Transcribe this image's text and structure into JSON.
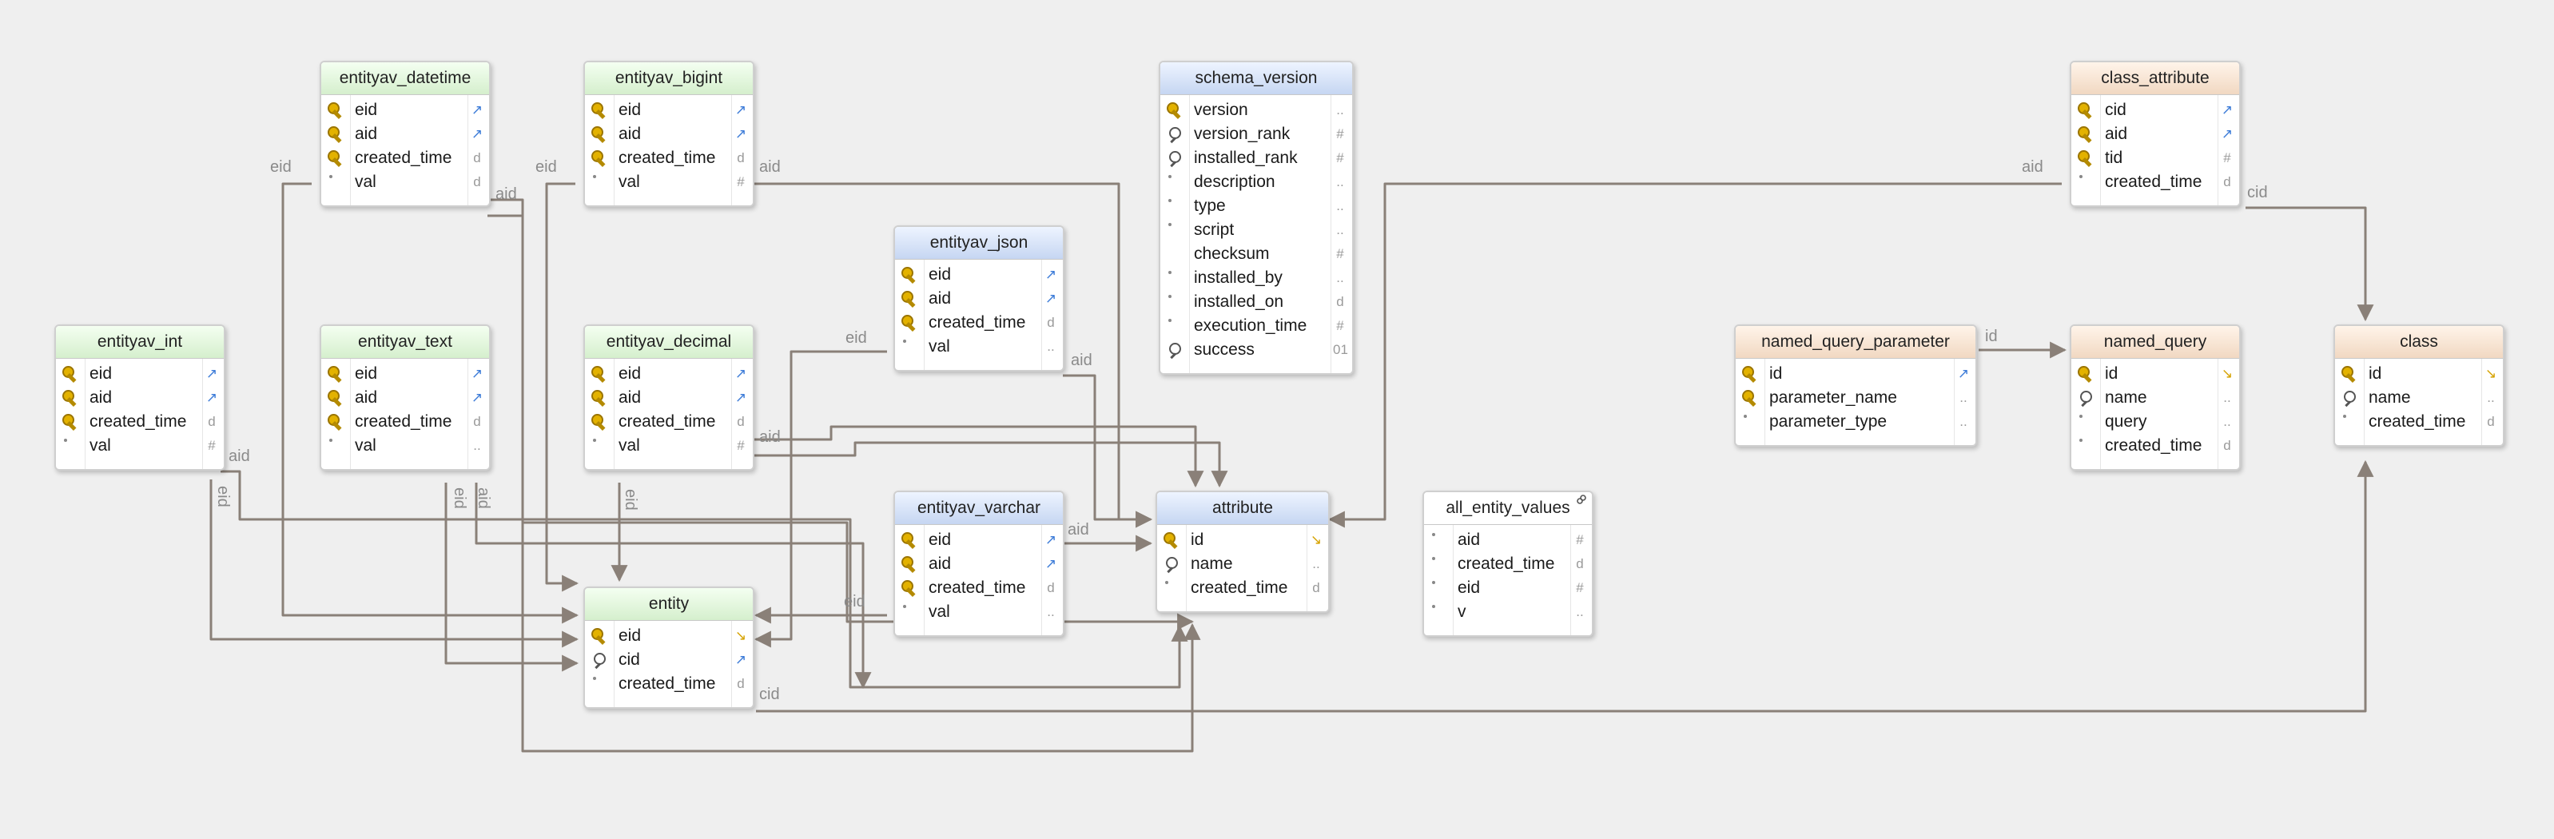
{
  "tables": {
    "entityav_datetime": {
      "title": "entityav_datetime",
      "theme": "green",
      "fields": [
        {
          "name": "eid",
          "icon": "key",
          "type": "fk"
        },
        {
          "name": "aid",
          "icon": "key",
          "type": "fk"
        },
        {
          "name": "created_time",
          "icon": "key",
          "type": "d"
        },
        {
          "name": "val",
          "icon": "dot",
          "type": "d"
        }
      ]
    },
    "entityav_bigint": {
      "title": "entityav_bigint",
      "theme": "green",
      "fields": [
        {
          "name": "eid",
          "icon": "key",
          "type": "fk"
        },
        {
          "name": "aid",
          "icon": "key",
          "type": "fk"
        },
        {
          "name": "created_time",
          "icon": "key",
          "type": "d"
        },
        {
          "name": "val",
          "icon": "dot",
          "type": "#"
        }
      ]
    },
    "schema_version": {
      "title": "schema_version",
      "theme": "blue",
      "fields": [
        {
          "name": "version",
          "icon": "key",
          "type": ".."
        },
        {
          "name": "version_rank",
          "icon": "mag",
          "type": "#"
        },
        {
          "name": "installed_rank",
          "icon": "mag",
          "type": "#"
        },
        {
          "name": "description",
          "icon": "dot",
          "type": ".."
        },
        {
          "name": "type",
          "icon": "dot",
          "type": ".."
        },
        {
          "name": "script",
          "icon": "dot",
          "type": ".."
        },
        {
          "name": "checksum",
          "icon": "none",
          "type": "#"
        },
        {
          "name": "installed_by",
          "icon": "dot",
          "type": ".."
        },
        {
          "name": "installed_on",
          "icon": "dot",
          "type": "d"
        },
        {
          "name": "execution_time",
          "icon": "dot",
          "type": "#"
        },
        {
          "name": "success",
          "icon": "mag",
          "type": "01"
        }
      ]
    },
    "class_attribute": {
      "title": "class_attribute",
      "theme": "orange",
      "fields": [
        {
          "name": "cid",
          "icon": "key",
          "type": "fk"
        },
        {
          "name": "aid",
          "icon": "key",
          "type": "fk"
        },
        {
          "name": "tid",
          "icon": "key",
          "type": "#"
        },
        {
          "name": "created_time",
          "icon": "dot",
          "type": "d"
        }
      ]
    },
    "entityav_json": {
      "title": "entityav_json",
      "theme": "blue",
      "fields": [
        {
          "name": "eid",
          "icon": "key",
          "type": "fk"
        },
        {
          "name": "aid",
          "icon": "key",
          "type": "fk"
        },
        {
          "name": "created_time",
          "icon": "key",
          "type": "d"
        },
        {
          "name": "val",
          "icon": "dot",
          "type": ".."
        }
      ]
    },
    "entityav_int": {
      "title": "entityav_int",
      "theme": "green",
      "fields": [
        {
          "name": "eid",
          "icon": "key",
          "type": "fk"
        },
        {
          "name": "aid",
          "icon": "key",
          "type": "fk"
        },
        {
          "name": "created_time",
          "icon": "key",
          "type": "d"
        },
        {
          "name": "val",
          "icon": "dot",
          "type": "#"
        }
      ]
    },
    "entityav_text": {
      "title": "entityav_text",
      "theme": "green",
      "fields": [
        {
          "name": "eid",
          "icon": "key",
          "type": "fk"
        },
        {
          "name": "aid",
          "icon": "key",
          "type": "fk"
        },
        {
          "name": "created_time",
          "icon": "key",
          "type": "d"
        },
        {
          "name": "val",
          "icon": "dot",
          "type": ".."
        }
      ]
    },
    "entityav_decimal": {
      "title": "entityav_decimal",
      "theme": "green",
      "fields": [
        {
          "name": "eid",
          "icon": "key",
          "type": "fk"
        },
        {
          "name": "aid",
          "icon": "key",
          "type": "fk"
        },
        {
          "name": "created_time",
          "icon": "key",
          "type": "d"
        },
        {
          "name": "val",
          "icon": "dot",
          "type": "#"
        }
      ]
    },
    "named_query_parameter": {
      "title": "named_query_parameter",
      "theme": "orange",
      "fields": [
        {
          "name": "id",
          "icon": "key",
          "type": "fk"
        },
        {
          "name": "parameter_name",
          "icon": "key",
          "type": ".."
        },
        {
          "name": "parameter_type",
          "icon": "dot",
          "type": ".."
        }
      ]
    },
    "named_query": {
      "title": "named_query",
      "theme": "orange",
      "fields": [
        {
          "name": "id",
          "icon": "key",
          "type": "pk"
        },
        {
          "name": "name",
          "icon": "mag",
          "type": ".."
        },
        {
          "name": "query",
          "icon": "dot",
          "type": ".."
        },
        {
          "name": "created_time",
          "icon": "dot",
          "type": "d"
        }
      ]
    },
    "class": {
      "title": "class",
      "theme": "orange",
      "fields": [
        {
          "name": "id",
          "icon": "key",
          "type": "pk"
        },
        {
          "name": "name",
          "icon": "mag",
          "type": ".."
        },
        {
          "name": "created_time",
          "icon": "dot",
          "type": "d"
        }
      ]
    },
    "entityav_varchar": {
      "title": "entityav_varchar",
      "theme": "blue",
      "fields": [
        {
          "name": "eid",
          "icon": "key",
          "type": "fk"
        },
        {
          "name": "aid",
          "icon": "key",
          "type": "fk"
        },
        {
          "name": "created_time",
          "icon": "key",
          "type": "d"
        },
        {
          "name": "val",
          "icon": "dot",
          "type": ".."
        }
      ]
    },
    "attribute": {
      "title": "attribute",
      "theme": "blue",
      "fields": [
        {
          "name": "id",
          "icon": "key",
          "type": "pk"
        },
        {
          "name": "name",
          "icon": "mag",
          "type": ".."
        },
        {
          "name": "created_time",
          "icon": "dot",
          "type": "d"
        }
      ]
    },
    "all_entity_values": {
      "title": "all_entity_values",
      "theme": "white",
      "fields": [
        {
          "name": "aid",
          "icon": "dot",
          "type": "#"
        },
        {
          "name": "created_time",
          "icon": "dot",
          "type": "d"
        },
        {
          "name": "eid",
          "icon": "dot",
          "type": "#"
        },
        {
          "name": "v",
          "icon": "dot",
          "type": ".."
        }
      ]
    },
    "entity": {
      "title": "entity",
      "theme": "green",
      "fields": [
        {
          "name": "eid",
          "icon": "key",
          "type": "pk"
        },
        {
          "name": "cid",
          "icon": "mag",
          "type": "fk"
        },
        {
          "name": "created_time",
          "icon": "dot",
          "type": "d"
        }
      ]
    }
  },
  "edge_labels": {
    "dt_eid": "eid",
    "dt_aid": "aid",
    "bi_eid": "eid",
    "bi_aid": "aid",
    "json_eid": "eid",
    "json_aid": "aid",
    "int_aid": "aid",
    "int_eid": "eid",
    "text_aid": "aid",
    "text_eid": "eid",
    "dec_aid": "aid",
    "dec_eid": "eid",
    "var_aid": "aid",
    "var_eid": "eid",
    "ca_aid": "aid",
    "ca_cid": "cid",
    "nqp_id": "id",
    "entity_cid": "cid"
  },
  "colors": {
    "background": "#efefef",
    "wire": "#8a8078",
    "key": "#e3b200",
    "fk": "#3c7bd8"
  }
}
